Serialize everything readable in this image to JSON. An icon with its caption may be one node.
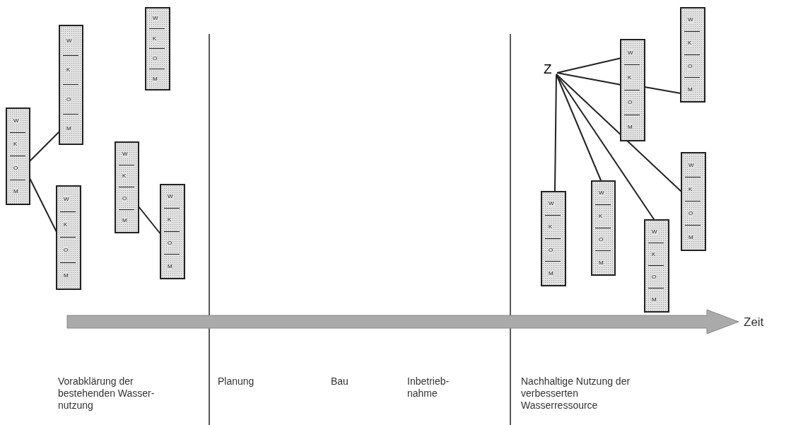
{
  "diagram": {
    "nodes": [
      {
        "text": [
          "W",
          "K",
          "O",
          "M"
        ]
      },
      {
        "text": [
          "W",
          "K",
          "O",
          "M"
        ]
      },
      {
        "text": [
          "W",
          "K",
          "O",
          "M"
        ]
      },
      {
        "text": [
          "W",
          "K",
          "O",
          "M"
        ]
      },
      {
        "text": [
          "W",
          "K",
          "O",
          "M"
        ]
      },
      {
        "text": [
          "W",
          "K",
          "O",
          "M"
        ]
      },
      {
        "text": [
          "Z"
        ]
      },
      {
        "text": [
          "W",
          "K",
          "O",
          "M"
        ]
      },
      {
        "text": [
          "W",
          "K",
          "O",
          "M"
        ]
      },
      {
        "text": [
          "W",
          "K",
          "O",
          "M"
        ]
      },
      {
        "text": [
          "W",
          "K",
          "O",
          "M"
        ]
      },
      {
        "text": [
          "W",
          "K",
          "O",
          "M"
        ]
      },
      {
        "text": [
          "W",
          "K",
          "O",
          "M"
        ]
      }
    ],
    "edges": [
      {
        "from": 0,
        "to": 1,
        "arrow": "none"
      },
      {
        "from": 0,
        "to": 2,
        "arrow": "none"
      },
      {
        "from": 4,
        "to": 5,
        "arrow": "none"
      },
      {
        "from": 6,
        "to": 7,
        "arrow": "none"
      },
      {
        "from": 6,
        "to": 7,
        "arrow": "none"
      },
      {
        "from": 7,
        "to": 8,
        "arrow": "none"
      },
      {
        "from": 6,
        "to": 9,
        "arrow": "none"
      },
      {
        "from": 6,
        "to": 10,
        "arrow": "none"
      },
      {
        "from": 6,
        "to": 11,
        "arrow": "none"
      },
      {
        "from": 6,
        "to": 12,
        "arrow": "none"
      }
    ],
    "labels": [
      "Zeit",
      "Vorabklärung der bestehenden Wasser- nutzung",
      "Planung",
      "Bau",
      "Inbetrieb- nahme",
      "Nachhaltige Nutzung der verbesserten Wasserressource"
    ]
  }
}
